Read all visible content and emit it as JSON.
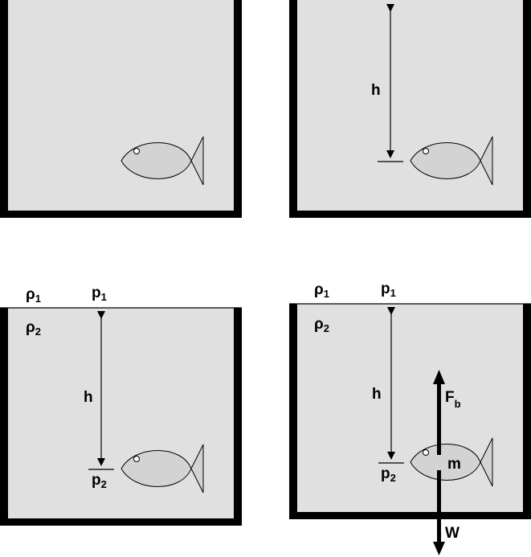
{
  "panels": [
    {
      "id": "panel-1",
      "labels": {}
    },
    {
      "id": "panel-2",
      "labels": {
        "h": "h"
      }
    },
    {
      "id": "panel-3",
      "labels": {
        "rho_top": "ρ",
        "rho_top_sub": "1",
        "rho_bottom": "ρ",
        "rho_bottom_sub": "2",
        "p_top": "p",
        "p_top_sub": "1",
        "h": "h",
        "p_bottom": "p",
        "p_bottom_sub": "2"
      }
    },
    {
      "id": "panel-4",
      "labels": {
        "rho_top": "ρ",
        "rho_top_sub": "1",
        "rho_bottom": "ρ",
        "rho_bottom_sub": "2",
        "p_top": "p",
        "p_top_sub": "1",
        "h": "h",
        "p_bottom": "p",
        "p_bottom_sub": "2",
        "force_up": "F",
        "force_up_sub": "b",
        "mass": "m",
        "force_down": "W"
      }
    }
  ],
  "colors": {
    "water": "#e0e0e0",
    "fish": "#d3d3d3",
    "wall": "#000000",
    "background": "#ffffff"
  }
}
